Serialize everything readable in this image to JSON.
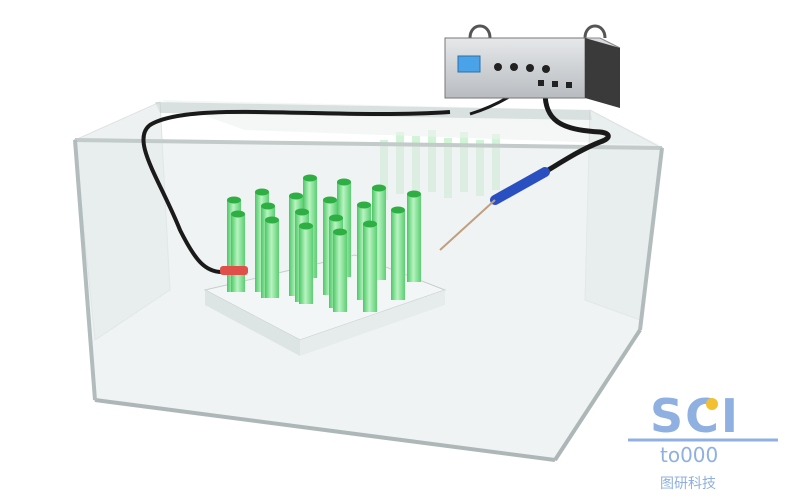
{
  "scene": {
    "description_name": "electrochemical-tank-setup",
    "colors": {
      "background": "#ffffff",
      "glass": "#dfe6e6",
      "glass_edge": "#b9c2c2",
      "rod": "#7ee08f",
      "rod_dark": "#3fbf5a",
      "rod_top": "#2fae44",
      "substrate": "#eef2f2",
      "cable": "#1a1a1a",
      "probe": "#2a4fc0",
      "clip": "#e0504a",
      "device_body": "#c9ccd0",
      "device_screen": "#4aa3e8",
      "watermark": "#8fb0e0",
      "watermark_dot": "#f2c030"
    }
  },
  "device": {
    "name": "power-supply"
  },
  "watermark": {
    "logo_text": "SCI",
    "sub_text": "to000",
    "caption": "图研科技"
  }
}
